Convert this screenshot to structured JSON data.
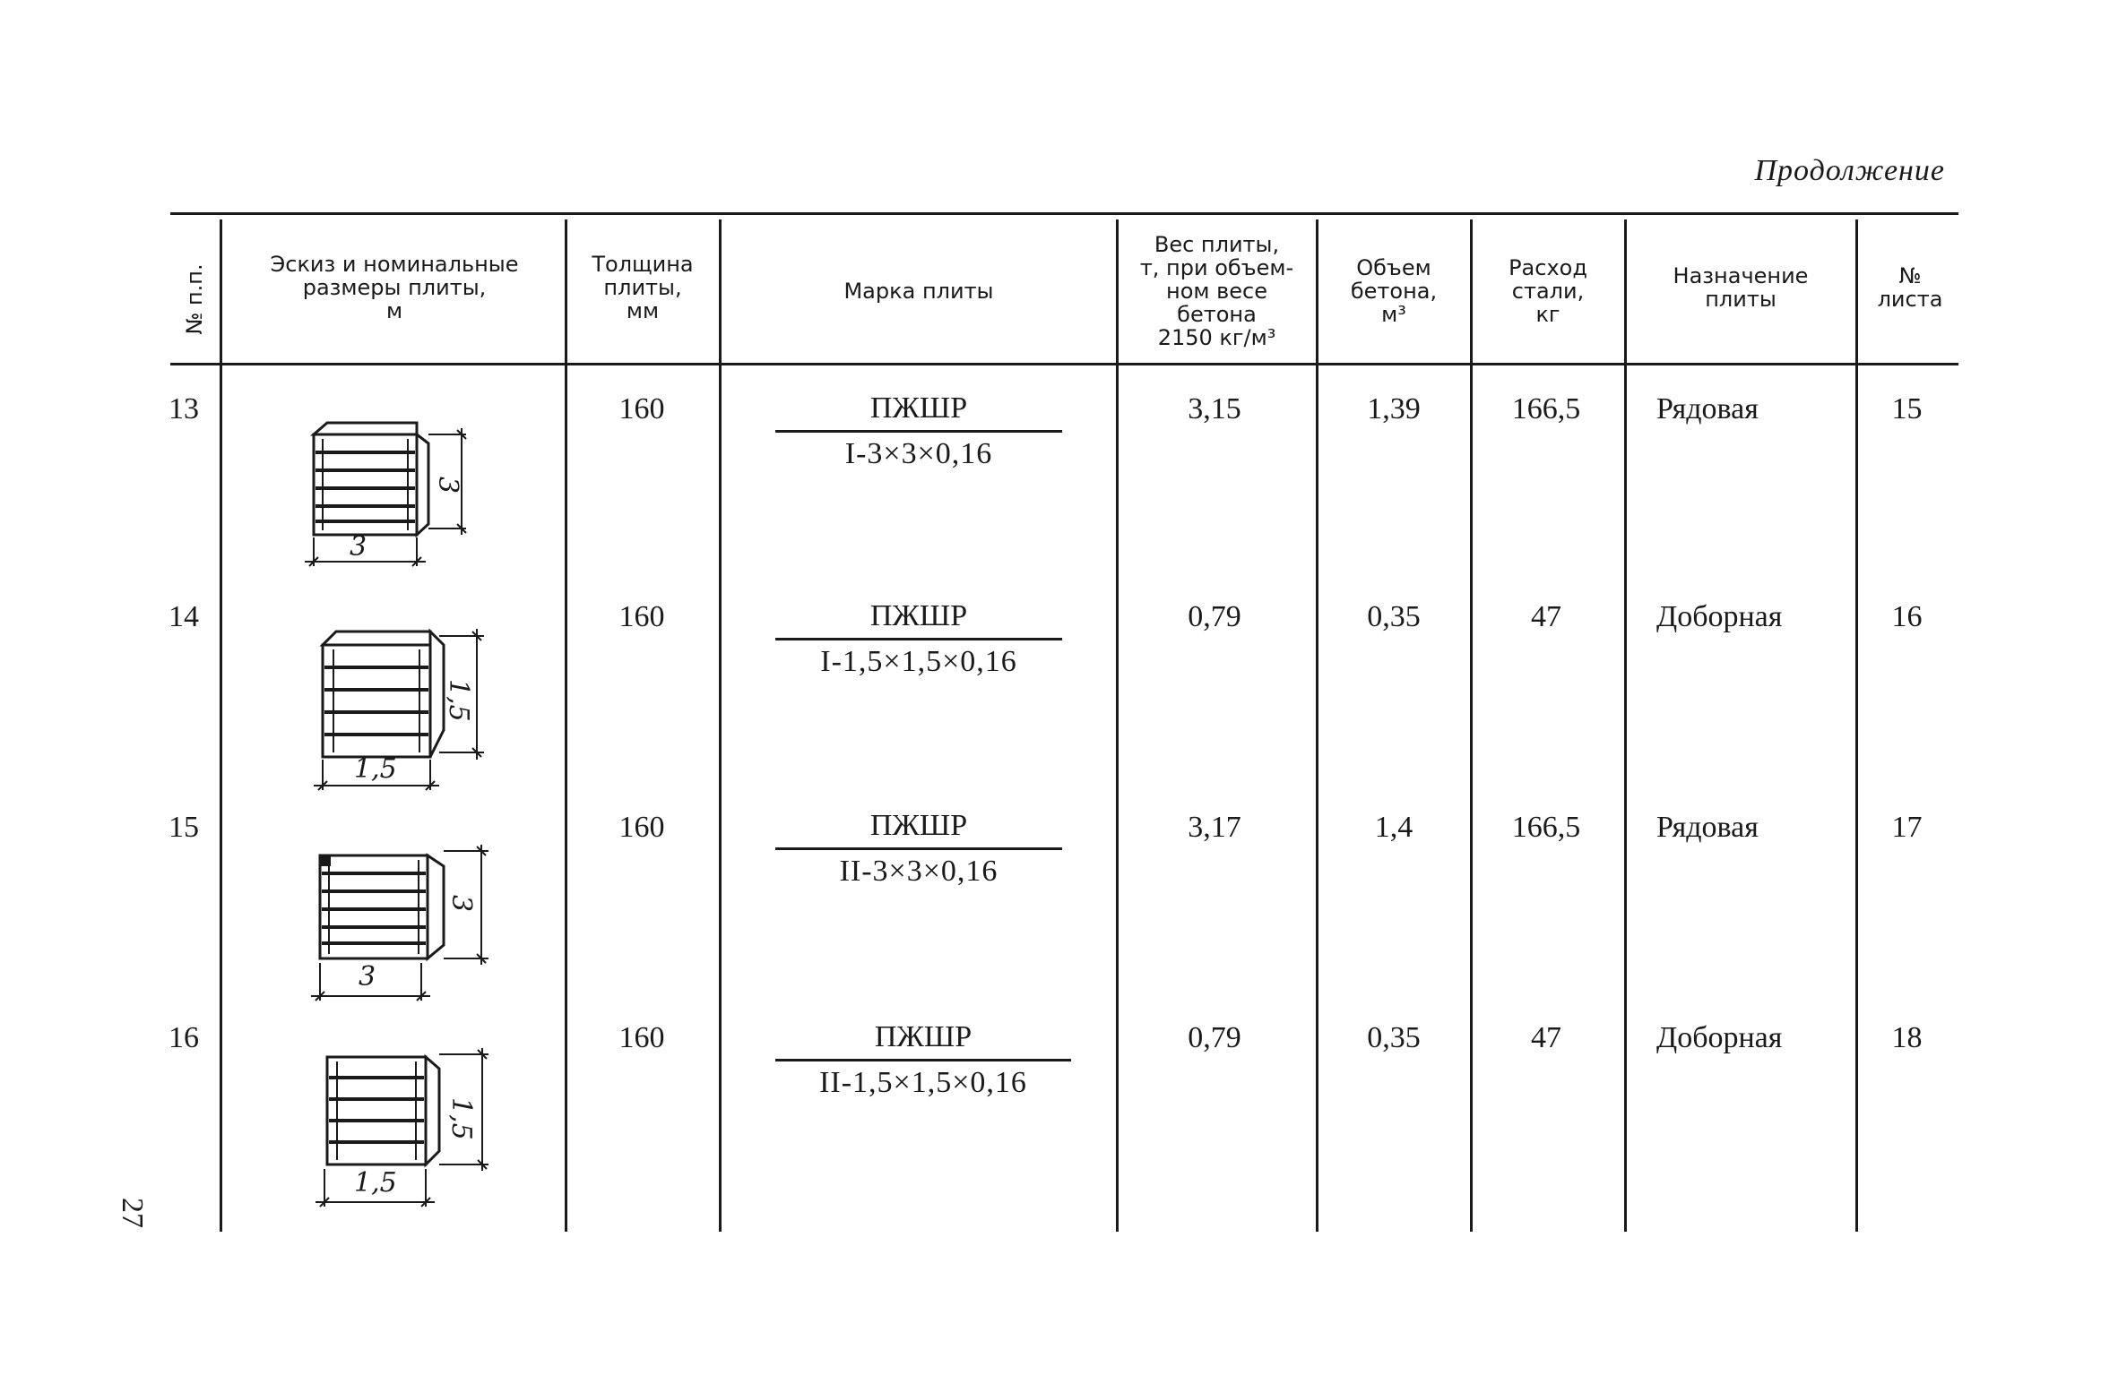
{
  "continued_label": "Продолжение",
  "page_number": "27",
  "headers": {
    "no": "№ п.п.",
    "sketch": [
      "Эскиз и номинальные",
      "размеры плиты,",
      "м"
    ],
    "thickness": [
      "Толщина",
      "плиты,",
      "мм"
    ],
    "mark": "Марка плиты",
    "weight": [
      "Вес плиты,",
      "т, при объем-",
      "ном весе",
      "бетона",
      "2150 кг/м³"
    ],
    "volume": [
      "Объем",
      "бетона,",
      "м³"
    ],
    "steel": [
      "Расход",
      "стали,",
      "кг"
    ],
    "purpose": [
      "Назначение",
      "плиты"
    ],
    "sheet": [
      "№",
      "листа"
    ]
  },
  "rows": [
    {
      "no": "13",
      "dim_w": "3",
      "dim_h": "3",
      "thickness": "160",
      "mark_top": "ПЖШР",
      "mark_bottom": "I-3×3×0,16",
      "weight": "3,15",
      "volume": "1,39",
      "steel": "166,5",
      "purpose": "Рядовая",
      "sheet": "15"
    },
    {
      "no": "14",
      "dim_w": "1,5",
      "dim_h": "1,5",
      "thickness": "160",
      "mark_top": "ПЖШР",
      "mark_bottom": "I-1,5×1,5×0,16",
      "weight": "0,79",
      "volume": "0,35",
      "steel": "47",
      "purpose": "Доборная",
      "sheet": "16"
    },
    {
      "no": "15",
      "dim_w": "3",
      "dim_h": "3",
      "thickness": "160",
      "mark_top": "ПЖШР",
      "mark_bottom": "II-3×3×0,16",
      "weight": "3,17",
      "volume": "1,4",
      "steel": "166,5",
      "purpose": "Рядовая",
      "sheet": "17"
    },
    {
      "no": "16",
      "dim_w": "1,5",
      "dim_h": "1,5",
      "thickness": "160",
      "mark_top": "ПЖШР",
      "mark_bottom": "II-1,5×1,5×0,16",
      "weight": "0,79",
      "volume": "0,35",
      "steel": "47",
      "purpose": "Доборная",
      "sheet": "18"
    }
  ]
}
